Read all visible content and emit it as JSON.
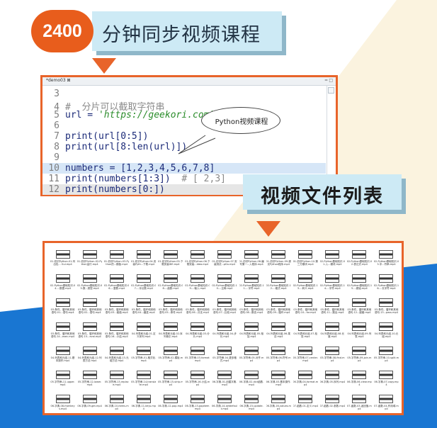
{
  "banner": {
    "badge": "2400",
    "title": "分钟同步视频课程"
  },
  "editor": {
    "tab_label": "*demo03 ⊠",
    "window_controls": "━ □",
    "lines": [
      {
        "num": "3",
        "code": ""
      },
      {
        "num": "4",
        "comment": "#  分片可以截取字符串"
      },
      {
        "num": "5",
        "code": "url = ",
        "string": "'https://geekori.com'"
      },
      {
        "num": "6",
        "code": ""
      },
      {
        "num": "7",
        "code": "print(url[0:5])"
      },
      {
        "num": "8",
        "code": "print(url[8:len(url)])"
      },
      {
        "num": "9",
        "code": ""
      },
      {
        "num": "10",
        "code": "numbers = [1,2,3,4,5,6,7,8]"
      },
      {
        "num": "11",
        "code": "print(numbers[1:3])",
        "comment": "  # [ 2,3]"
      },
      {
        "num": "12",
        "code": "print(numbers[0:])"
      }
    ],
    "bubble": "Python视频课程"
  },
  "video_list_label": "视频文件列表",
  "files": [
    "01-初识Python-01-列出包... Gui.mp4",
    "01-初识Python-02-Python运行.mp4",
    "01-初识Python-03-Python的...模板.mp4",
    "01-初识Python-04-安装Pyth...下载.mp4",
    "01-初识Python-05-下载安装IDE.mp4",
    "01-初识Python-06-下载安装...Idea.mp4",
    "01-初识Python-07-安装测试...pDu.mp4",
    "01-初识Python-08-编写第一...入程序.mp4",
    "01-初识Python-09-调试Python程序.mp4",
    "01-初识Python-10-第三方模块.mp4",
    "02-Python基础知识-01-入...模块.mp4",
    "02-Python基础知识-02-表达式.mp4",
    "02-Python基础知识-03-字...符串.mp4",
    "02-Python基础知识-04-...数据.mp4",
    "02-Python基础知识-05-数...类型.mp4",
    "02-Python基础知识-06-...整数.mp4",
    "02-Python基础知识-07-...浮点数.mp4",
    "02-Python基础知识-08-...函数.mp4",
    "02-Python基础知识-09-...输入.mp4",
    "02-Python基础知识-10-...注释.mp4",
    "02-Python基础知识-11-...字符.mp4",
    "02-Python基础知识-12-...格式.mp4",
    "02-Python基础知识-13-...转义.mp4",
    "02-Python基础知识-14-...字符.mp4",
    "02-Python基础知识-15-...原始.mp4",
    "02-Python基础知识-16-...长字符.mp4",
    "03-条件、循环和其他语句-01...语句.mp4",
    "03-条件、循环和其他语句-02...语句.mp4",
    "03-条件、循环和其他语句-03...赋值.mp4",
    "03-条件、循环和其他语句-04...缩进.mp4",
    "03-条件、循环和其他语句-05...条件.mp4",
    "03-条件、循环和其他语句-06...分支.mp4",
    "03-条件、循环和其他语句-07...比较.mp4",
    "03-条件、循环和其他语句-08...断言.mp4",
    "03-条件、循环和其他语句-09...循环.mp4",
    "03-条件、循环和其他语句-10...for.mp4",
    "03-条件、循环和其他语句-11...跳出.mp4",
    "03-条件、循环和其他语句-12...嵌套.mp4",
    "03-条件、循环和其他语句-13...pass.mp4",
    "03-条件、循环和其他语句-14...exec.mp4",
    "03-条件、循环和其他语句-15...eval.mp4",
    "03-条件、循环和其他语句-16...小结.mp4",
    "04-列表和元组-01-定义序列.mp4",
    "04-列表和元组-02-序列索引.mp4",
    "04-列表和元组-03-分片.mp4",
    "04-列表和元组-04-步长.mp4",
    "04-列表和元组-05-相加.mp4",
    "04-列表和元组-06-乘法.mp4",
    "04-列表和元组-07-检查.mp4",
    "04-列表和元组-08-长度.mp4",
    "04-列表和元组-09-列表.mp4",
    "04-列表和元组-10-元组.mp4",
    "04-列表和元组-11-基本操作.mp4",
    "04-列表和元组-12-列表方法.mp4",
    "04-列表和元组-13-元组方法.mp4",
    "05-字符串-01-格式化.mp4",
    "05-字符串-02-模板.mp4",
    "05-字符串-03-format.mp4",
    "05-字符串-04-更多格式.mp4",
    "05-字符串-05-对齐.mp4",
    "05-字符串-06-符号.mp4",
    "05-字符串-07-center.mp4",
    "05-字符串-08-find.mp4",
    "05-字符串-09-join.mp4",
    "05-字符串-10-split.mp4",
    "05-字符串-11-upper.mp4",
    "05-字符串-12-lower.mp4",
    "05-字符串-13-replace.mp4",
    "05-字符串-14-translate.mp4",
    "05-字符串-15-strip.mp4",
    "05-字符串-16-小结.mp4",
    "06-字典-01-创建字典.mp4",
    "06-字典-02-dict函数.mp4",
    "06-字典-03-基本操作.mp4",
    "06-字典-04-format.mp4",
    "06-字典-05-序列.mp4",
    "06-字典-06-clear.mp4",
    "06-字典-07-copy.mp4",
    "06-字典-08-fromkeys.mp4",
    "06-字典-09-get.mp4",
    "06-字典-10-items.mp4",
    "06-字典-11-keys.mp4",
    "06-字典-12-pop.mp4",
    "06-字典-13-popitem.mp4",
    "06-字典-14-setdefault.mp4",
    "06-字典-15-update.mp4",
    "06-字典-16-values.mp4",
    "07-函数-01-定义.mp4",
    "07-函数-02-参数.mp4",
    "07-函数-03-返回值.mp4",
    "07-函数-04-作用域.mp4"
  ]
}
